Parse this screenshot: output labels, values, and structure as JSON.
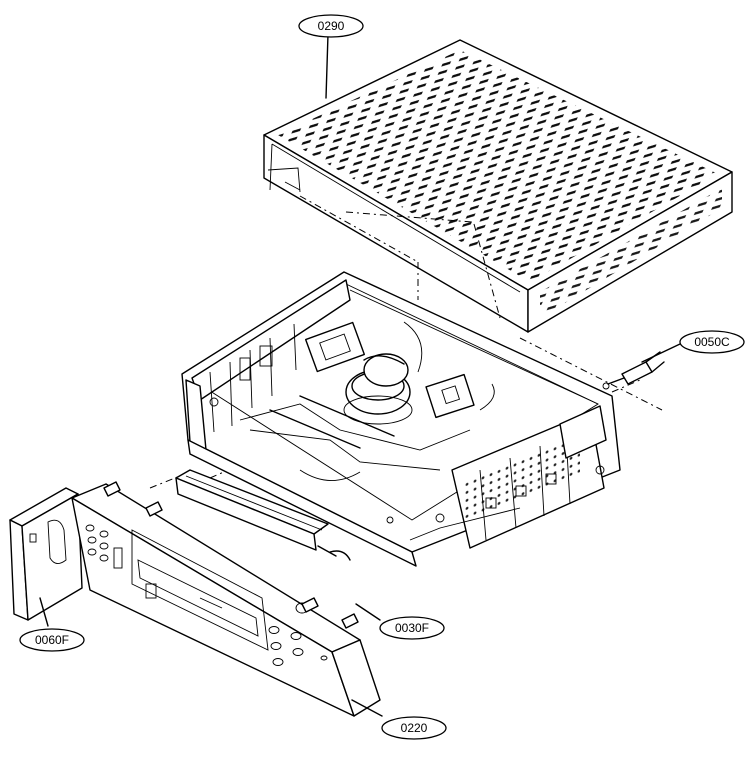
{
  "callouts": {
    "top_cover": "0290",
    "power_cord": "0050C",
    "door_panel": "0060F",
    "window_bracket": "0030F",
    "front_panel": "0220"
  }
}
